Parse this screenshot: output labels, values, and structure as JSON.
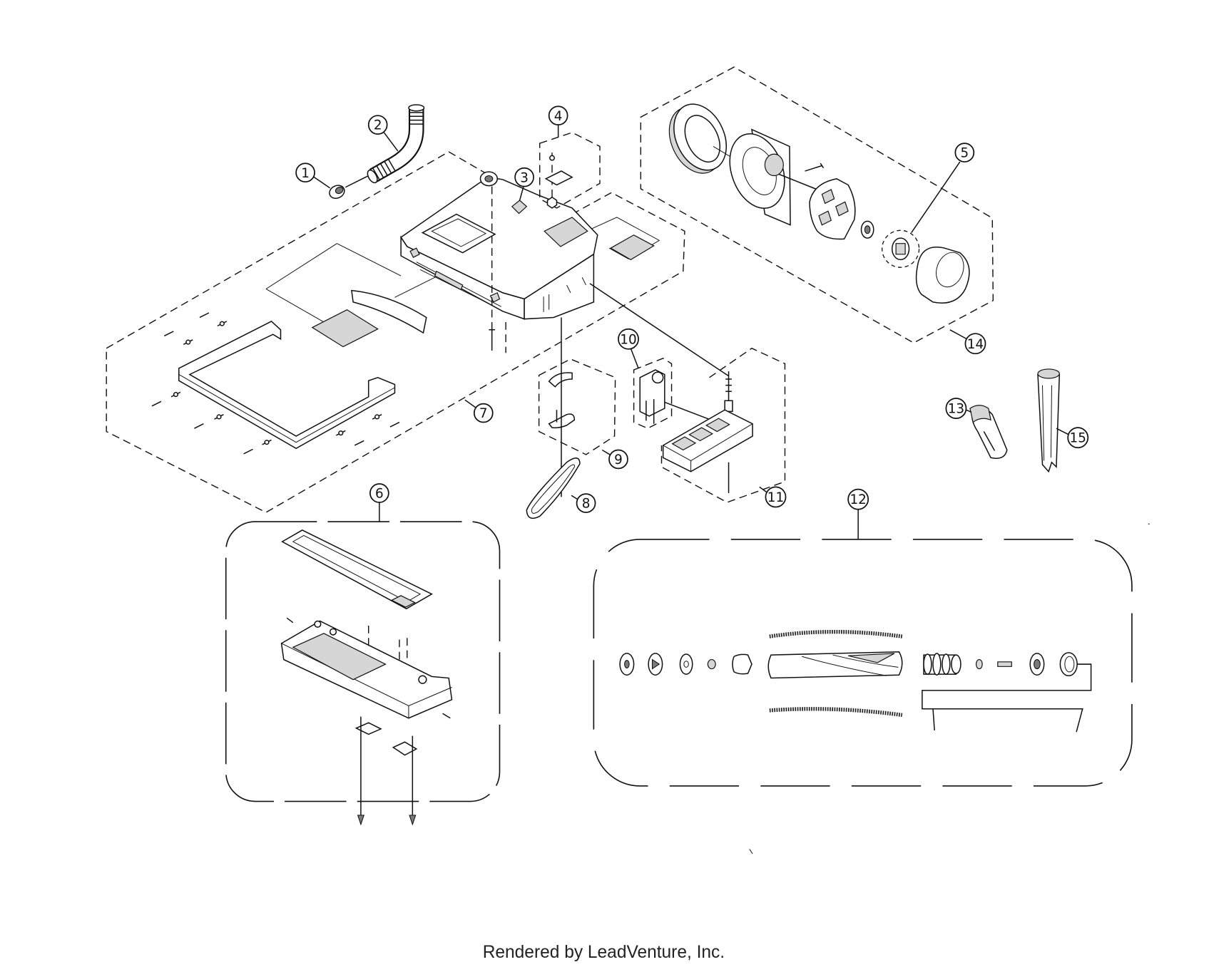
{
  "diagram": {
    "callouts": [
      "1",
      "2",
      "3",
      "4",
      "5",
      "6",
      "7",
      "8",
      "9",
      "10",
      "11",
      "12",
      "13",
      "14",
      "15"
    ]
  },
  "footer": {
    "text": "Rendered by LeadVenture, Inc."
  }
}
